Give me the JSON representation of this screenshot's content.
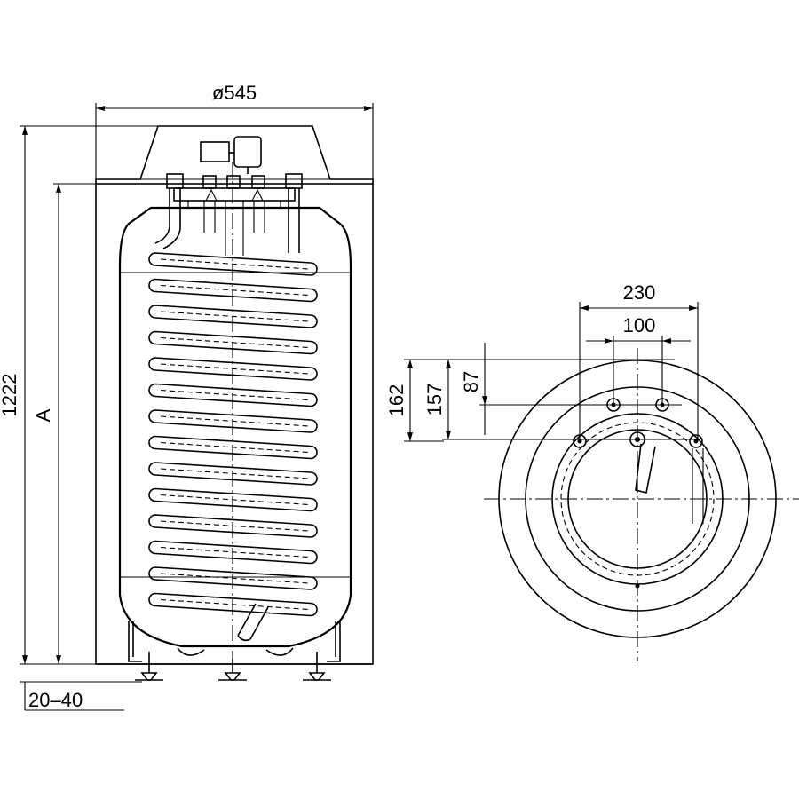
{
  "side_view": {
    "diameter_label": "ø545",
    "height_label": "1222",
    "a_label": "A",
    "feet_label": "20–40"
  },
  "top_view": {
    "width_outer_label": "230",
    "width_inner_label": "100",
    "depth_162_label": "162",
    "depth_157_label": "157",
    "depth_87_label": "87"
  }
}
